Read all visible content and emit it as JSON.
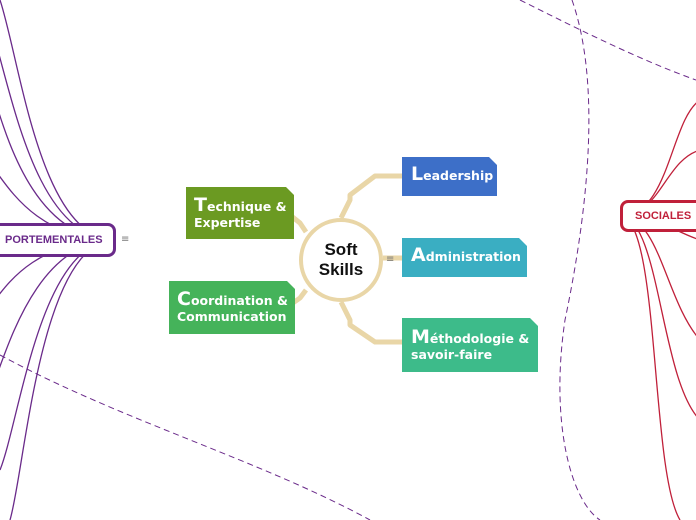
{
  "center": {
    "line1": "Soft",
    "line2": "Skills",
    "note_icon": "notes-icon"
  },
  "branches": {
    "technique": {
      "cap": "T",
      "line1": "echnique &",
      "line2": "Expertise",
      "color": "#6b9a22"
    },
    "coordination": {
      "cap": "C",
      "line1": "oordination &",
      "line2": "Communication",
      "color": "#45b35a"
    },
    "leadership": {
      "cap": "L",
      "line1": "eadership",
      "color": "#3d6fc8"
    },
    "administration": {
      "cap": "A",
      "line1": "dministration",
      "color": "#3aaec2"
    },
    "methodologie": {
      "cap": "M",
      "line1": "éthodologie &",
      "line2": "savoir-faire",
      "color": "#3dbb8a"
    }
  },
  "left_topic": {
    "label": "PORTEMENTALES",
    "color": "#6a2a8a",
    "note_icon": "notes-icon"
  },
  "right_topic": {
    "label": "SOCIALES",
    "color": "#c0203a"
  },
  "colors": {
    "connector": "#e9d6a7",
    "purple": "#6a2a8a",
    "red": "#c0203a"
  }
}
